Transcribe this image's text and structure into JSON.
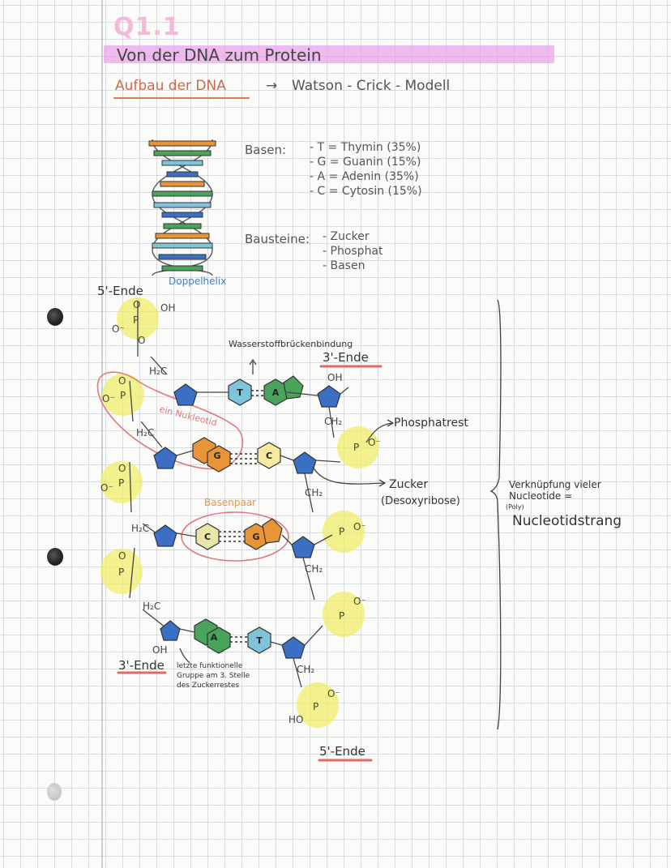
{
  "header": {
    "section": "Q1.1",
    "title": "Von der DNA zum Protein",
    "subtitle_left": "Aufbau der DNA",
    "subtitle_arrow": "→",
    "subtitle_right": "Watson - Crick - Modell"
  },
  "helix": {
    "caption": "Doppelhelix"
  },
  "bases": {
    "label": "Basen:",
    "items": [
      "- T = Thymin (35%)",
      "- G = Guanin (15%)",
      "- A = Adenin (35%)",
      "- C = Cytosin (15%)"
    ]
  },
  "bausteine": {
    "label": "Bausteine:",
    "items": [
      "- Zucker",
      "- Phosphat",
      "- Basen"
    ]
  },
  "strand": {
    "five_prime_top": "5'-Ende",
    "three_prime_top": "3'-Ende",
    "three_prime_bottom": "3'-Ende",
    "five_prime_bottom": "5'-Ende",
    "hbond_label": "Wasserstoffbrückenbindung",
    "nucleotid_label": "ein Nukleotid",
    "basenpaar_label": "Basenpaar",
    "phosphatrest_label": "Phosphatrest",
    "zucker_label": "Zucker",
    "zucker_sub": "(Desoxyribose)",
    "last_group_note": [
      "letzte funktionelle",
      "Gruppe am 3. Stelle",
      "des Zuckerrestes"
    ]
  },
  "brace_note": {
    "line1": "Verknüpfung vieler",
    "line2": "Nucleotide =",
    "line3": "(Poly)",
    "result": "Nucleotidstrang"
  },
  "chem": {
    "oh": "OH",
    "o": "O",
    "p": "P",
    "h2c": "H₂C",
    "ch2": "CH₂",
    "ho": "HO",
    "o_minus": "O⁻"
  },
  "base_letters": {
    "t": "T",
    "a": "A",
    "g": "G",
    "c": "C"
  },
  "colors": {
    "blue": "#3a6fc4",
    "green": "#4aa35a",
    "orange": "#e8953a",
    "cyan": "#7fc4d8",
    "yellow": "#f1ee6a",
    "pink": "#e896e8",
    "red": "#e06a6a"
  }
}
